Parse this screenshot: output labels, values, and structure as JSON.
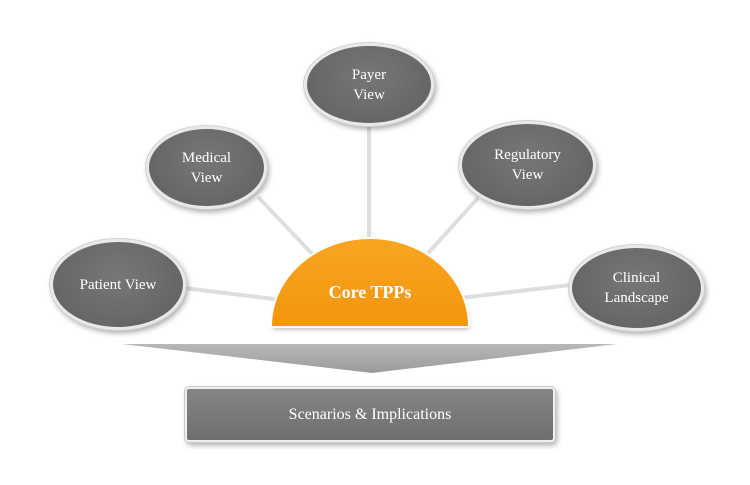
{
  "nodes": {
    "payer": "Payer\nView",
    "medical": "Medical\nView",
    "regulatory": "Regulatory\nView",
    "patient": "Patient View",
    "clinical": "Clinical\nLandscape"
  },
  "core": {
    "label": "Core TPPs"
  },
  "output": {
    "label": "Scenarios & Implications"
  },
  "colors": {
    "node_fill": "#6a6a6a",
    "core_fill": "#f7a01a",
    "connector": "#dedede",
    "funnel": "#a8a8a8",
    "text": "#ffffff"
  }
}
